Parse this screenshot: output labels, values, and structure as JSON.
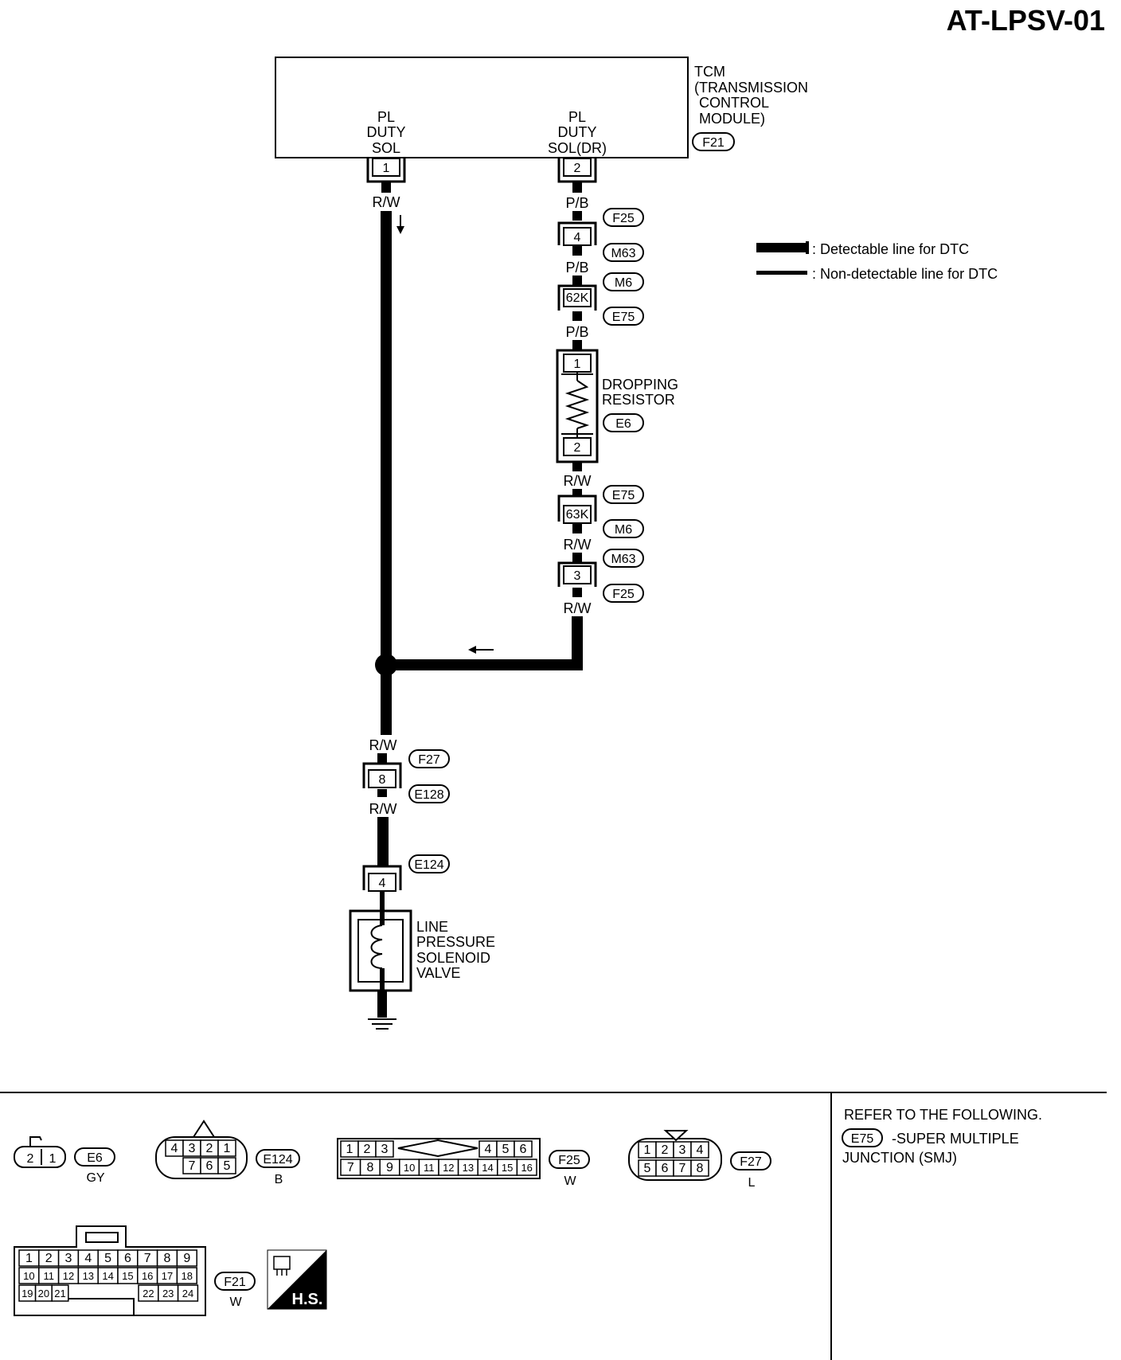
{
  "page_code": "AT-LPSV-01",
  "tcm": {
    "lines": [
      "TCM",
      "(TRANSMISSION",
      "CONTROL",
      "MODULE)"
    ],
    "connector": "F21",
    "term1": {
      "lines": [
        "PL",
        "DUTY",
        "SOL"
      ],
      "pin": "1"
    },
    "term2": {
      "lines": [
        "PL",
        "DUTY",
        "SOL(DR)"
      ],
      "pin": "2"
    }
  },
  "legend": {
    "detectable": ": Detectable line for DTC",
    "non_detectable": ": Non-detectable line for DTC"
  },
  "wires": {
    "rw_1": "R/W",
    "pb_1": "P/B",
    "pb_2": "P/B",
    "pb_3": "P/B",
    "rw_2": "R/W",
    "rw_3": "R/W",
    "rw_4": "R/W",
    "rw_5": "R/W",
    "rw_6": "R/W"
  },
  "right_branch": {
    "c1": {
      "pin": "4",
      "tag_a": "F25",
      "tag_b": "M63"
    },
    "c2": {
      "pin": "62K",
      "tag_a": "M6",
      "tag_b": "E75"
    },
    "resistor": {
      "lines": [
        "DROPPING",
        "RESISTOR"
      ],
      "tag": "E6",
      "pin_top": "1",
      "pin_bot": "2"
    },
    "c3": {
      "pin": "63K",
      "tag_a": "E75",
      "tag_b": "M6"
    },
    "c4": {
      "pin": "3",
      "tag_a": "M63",
      "tag_b": "F25"
    }
  },
  "lower": {
    "c5": {
      "pin": "8",
      "tag_a": "F27",
      "tag_b": "E128"
    },
    "c6": {
      "pin": "4",
      "tag": "E124"
    },
    "valve": {
      "lines": [
        "LINE",
        "PRESSURE",
        "SOLENOID",
        "VALVE"
      ]
    }
  },
  "connectors": {
    "e6": {
      "tag": "E6",
      "color": "GY",
      "pins": [
        "2",
        "1"
      ]
    },
    "e124": {
      "tag": "E124",
      "color": "B",
      "top": [
        "4",
        "3",
        "2",
        "1"
      ],
      "bottom": [
        "7",
        "6",
        "5"
      ]
    },
    "f25": {
      "tag": "F25",
      "color": "W",
      "top": [
        "1",
        "2",
        "3",
        "4",
        "5",
        "6"
      ],
      "bottom": [
        "7",
        "8",
        "9",
        "10",
        "11",
        "12",
        "13",
        "14",
        "15",
        "16"
      ]
    },
    "f27": {
      "tag": "F27",
      "color": "L",
      "top": [
        "1",
        "2",
        "3",
        "4"
      ],
      "bottom": [
        "5",
        "6",
        "7",
        "8"
      ]
    },
    "f21": {
      "tag": "F21",
      "color": "W",
      "row1": [
        "1",
        "2",
        "3",
        "4",
        "5",
        "6",
        "7",
        "8",
        "9"
      ],
      "row2": [
        "10",
        "11",
        "12",
        "13",
        "14",
        "15",
        "16",
        "17",
        "18"
      ],
      "row3a": [
        "19",
        "20",
        "21"
      ],
      "row3b": [
        "22",
        "23",
        "24"
      ]
    },
    "hs": "H.S."
  },
  "refer": {
    "line1": "REFER TO THE FOLLOWING.",
    "tag": "E75",
    "line2": "-SUPER MULTIPLE",
    "line3": "JUNCTION (SMJ)"
  }
}
